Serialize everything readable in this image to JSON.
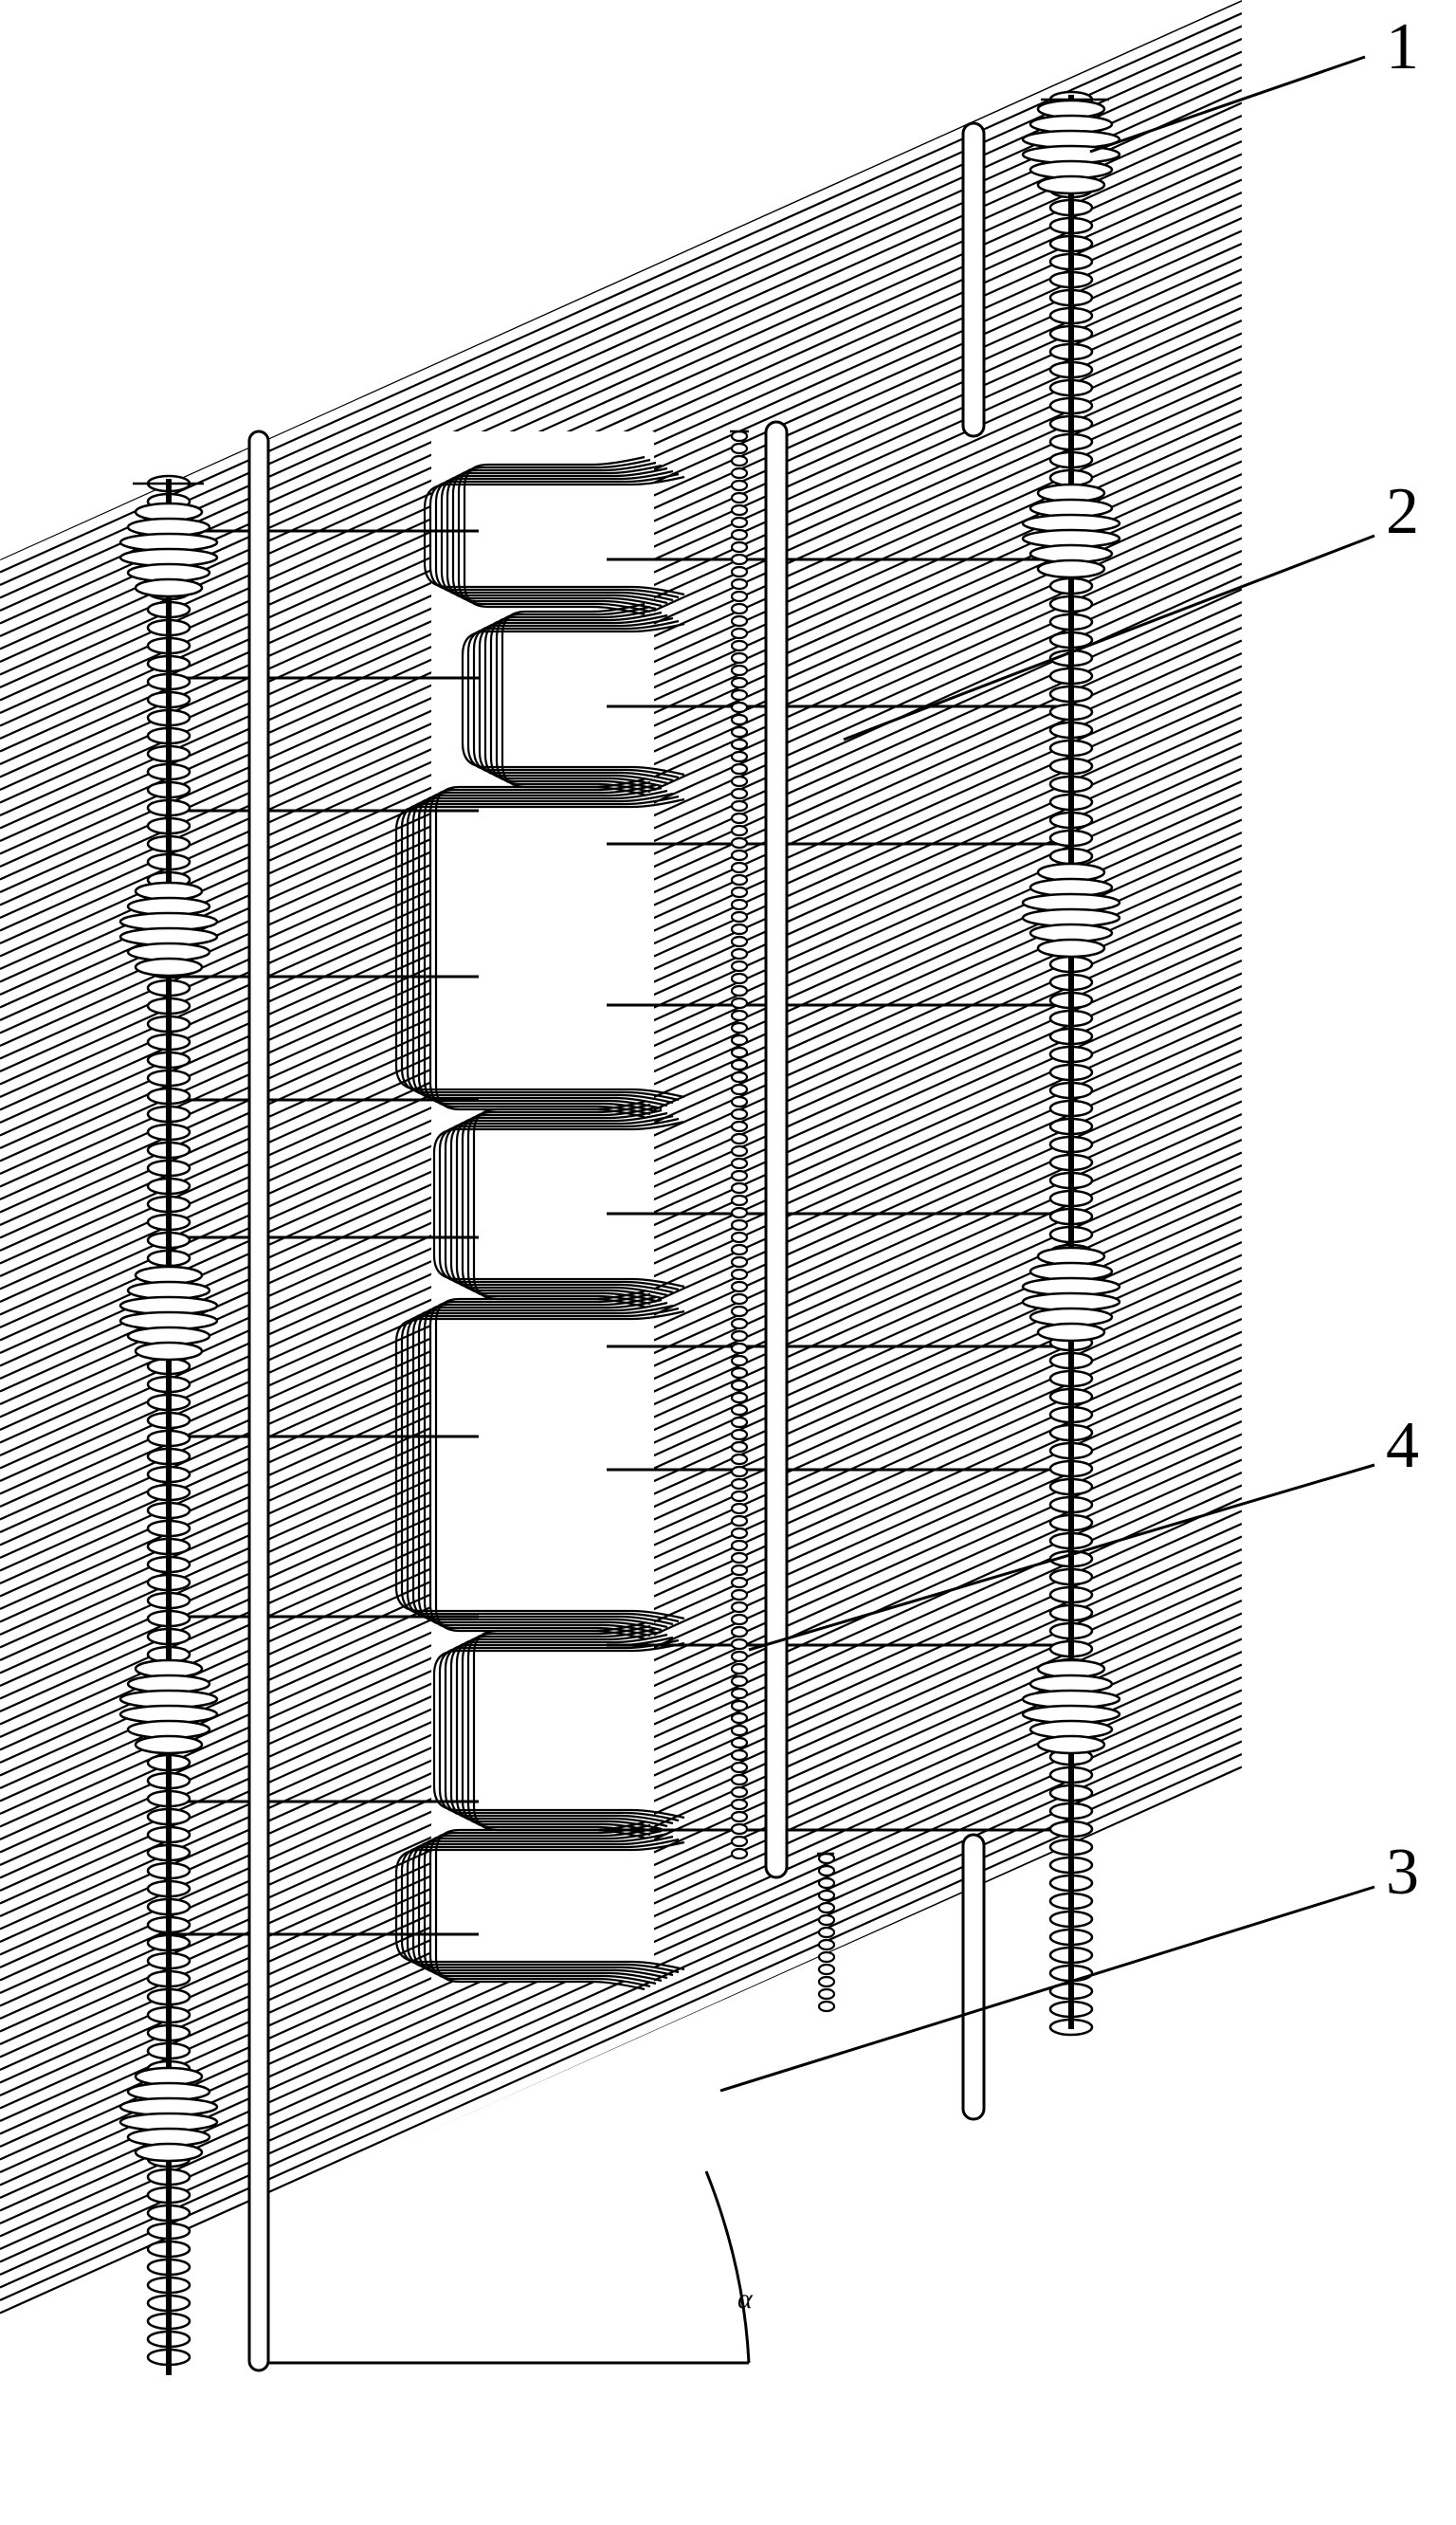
{
  "callouts": [
    {
      "id": "1",
      "label": "1"
    },
    {
      "id": "2",
      "label": "2"
    },
    {
      "id": "4",
      "label": "4"
    },
    {
      "id": "3",
      "label": "3"
    }
  ],
  "angle": {
    "label": "α"
  },
  "colors": {
    "line": "#000000",
    "background": "#ffffff"
  }
}
